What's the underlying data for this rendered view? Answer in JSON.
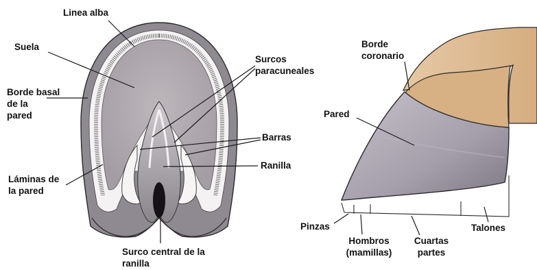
{
  "labels": {
    "linea_alba": "Linea alba",
    "suela": "Suela",
    "surcos": "Surcos\nparacuneales",
    "borde_basal": "Borde basal\nde la\npared",
    "barras": "Barras",
    "ranilla": "Ranilla",
    "laminas": "Láminas de\nla pared",
    "surco_central": "Surco central de la\nranilla",
    "borde_coronario": "Borde\ncoronario",
    "pared": "Pared",
    "pinzas": "Pinzas",
    "hombros": "Hombros\n(mamillas)",
    "cuartas": "Cuartas\npartes",
    "talones": "Talones"
  },
  "colors": {
    "outer_wall": "#8f8a91",
    "white_line": "#f4f2f2",
    "sole": "#b4aeb3",
    "frog": "#9c979d",
    "frog_light": "#d9d6d9",
    "wall_side": "#aba6b1",
    "wall_dark": "#7f7986",
    "coronary": "#d9b48a",
    "leg": "#e3c6a3",
    "outline": "#2a2a2a"
  }
}
